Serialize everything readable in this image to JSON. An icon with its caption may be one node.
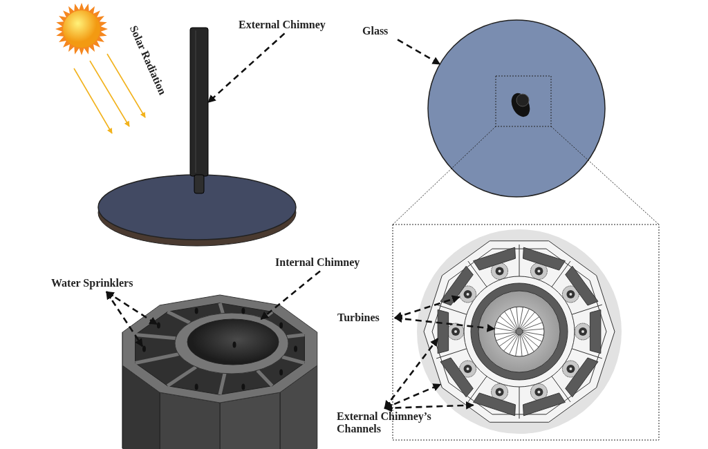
{
  "diagram": {
    "nodes": [
      {
        "text": [
          "External Chimney"
        ]
      },
      {
        "text": [],
        "shape": "picture"
      },
      {
        "text": [
          "Glass"
        ]
      },
      {
        "text": [],
        "shape": "circle"
      },
      {
        "text": [
          "Internal Chimney"
        ]
      },
      {
        "text": [],
        "shape": "picture"
      },
      {
        "text": [
          "Water Sprinklers"
        ]
      },
      {
        "text": [],
        "shape": "circle"
      },
      {
        "text": [],
        "shape": "circle"
      },
      {
        "text": [
          "Turbines"
        ]
      },
      {
        "text": [],
        "shape": "picture"
      },
      {
        "text": [],
        "shape": "picture"
      },
      {
        "text": [
          "External Chimney’s Channels"
        ]
      },
      {
        "text": [],
        "shape": "box"
      },
      {
        "text": [],
        "shape": "box"
      },
      {
        "text": [],
        "shape": "box"
      },
      {
        "text": [],
        "shape": "box"
      },
      {
        "text": [],
        "shape": "box"
      },
      {
        "text": [],
        "shape": "box"
      },
      {
        "text": [],
        "shape": "box"
      },
      {
        "text": [],
        "shape": "box"
      },
      {
        "text": [],
        "shape": "box"
      },
      {
        "text": [],
        "shape": "box"
      }
    ],
    "edges": [
      {
        "from": 0,
        "to": 1,
        "arrow": "to",
        "style": "dashed"
      },
      {
        "from": 2,
        "to": 3,
        "arrow": "to",
        "style": "dashed"
      },
      {
        "from": 4,
        "to": 5,
        "arrow": "to",
        "style": "dashed"
      },
      {
        "from": 6,
        "to": 7,
        "arrow": "both",
        "style": "dashed"
      },
      {
        "from": 6,
        "to": 8,
        "arrow": "both",
        "style": "dashed"
      },
      {
        "from": 9,
        "to": 10,
        "arrow": "both",
        "style": "dashed"
      },
      {
        "from": 9,
        "to": 11,
        "arrow": "both",
        "style": "dashed"
      },
      {
        "from": 12,
        "to": 13,
        "arrow": "both",
        "style": "dashed"
      },
      {
        "from": 12,
        "to": 14,
        "arrow": "both",
        "style": "dashed"
      },
      {
        "from": 12,
        "to": 15,
        "arrow": "both",
        "style": "dashed"
      }
    ],
    "labels": [
      "Solar Radiation"
    ]
  }
}
